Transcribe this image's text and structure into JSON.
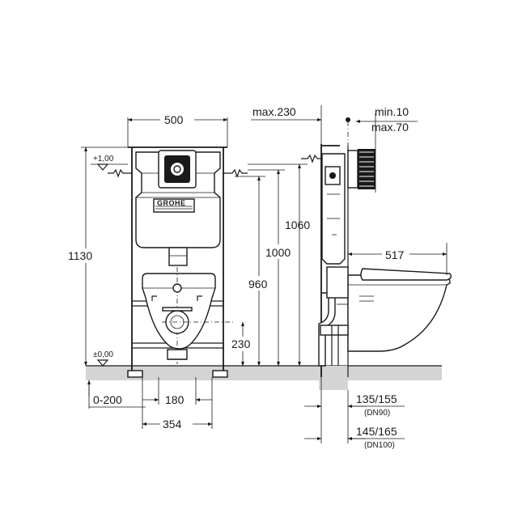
{
  "brand": "GROHE",
  "front_view": {
    "width_frame": "500",
    "height_frame": "1130",
    "level_upper": "+1,00",
    "level_zero": "±0,00",
    "height_supply": "1060",
    "height_flush": "1000",
    "height_outlet": "960",
    "height_waste": "230",
    "offset_floor": "0-200",
    "spacing_bolts": "180",
    "spacing_feet": "354"
  },
  "side_view": {
    "depth_max": "max.230",
    "plate_min": "min.10",
    "plate_max": "max.70",
    "projection": "517",
    "wall_dn90": "135/155",
    "dn90_label": "(DN90)",
    "wall_dn100": "145/165",
    "dn100_label": "(DN100)"
  }
}
